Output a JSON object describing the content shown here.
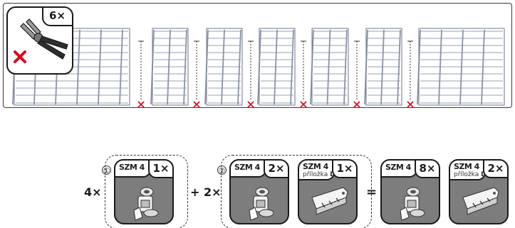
{
  "cut_instruction": {
    "count": "6×",
    "icon": "bolt-cutter-icon",
    "forbidden_mark": "red-x-icon",
    "accent_color": "#e2001a"
  },
  "grid_section_count": 7,
  "cut_markers": 6,
  "formula": {
    "left_multiplier": "4×",
    "group1_index": "①",
    "plus": "+ 2×",
    "group2_index": "②",
    "equals": "=",
    "group1": [
      {
        "name": "SZM 4",
        "sub": "",
        "sub_bold": "",
        "qty": "1×",
        "type": "clip"
      }
    ],
    "group2": [
      {
        "name": "SZM 4",
        "sub": "",
        "sub_bold": "",
        "qty": "2×",
        "type": "clip"
      },
      {
        "name": "SZM 4",
        "sub": "příložka",
        "sub_bold": "D",
        "qty": "1×",
        "type": "plate"
      }
    ],
    "result": [
      {
        "name": "SZM 4",
        "sub": "",
        "sub_bold": "",
        "qty": "8×",
        "type": "clip"
      },
      {
        "name": "SZM 4",
        "sub": "příložka",
        "sub_bold": "D",
        "qty": "2×",
        "type": "plate"
      }
    ]
  }
}
